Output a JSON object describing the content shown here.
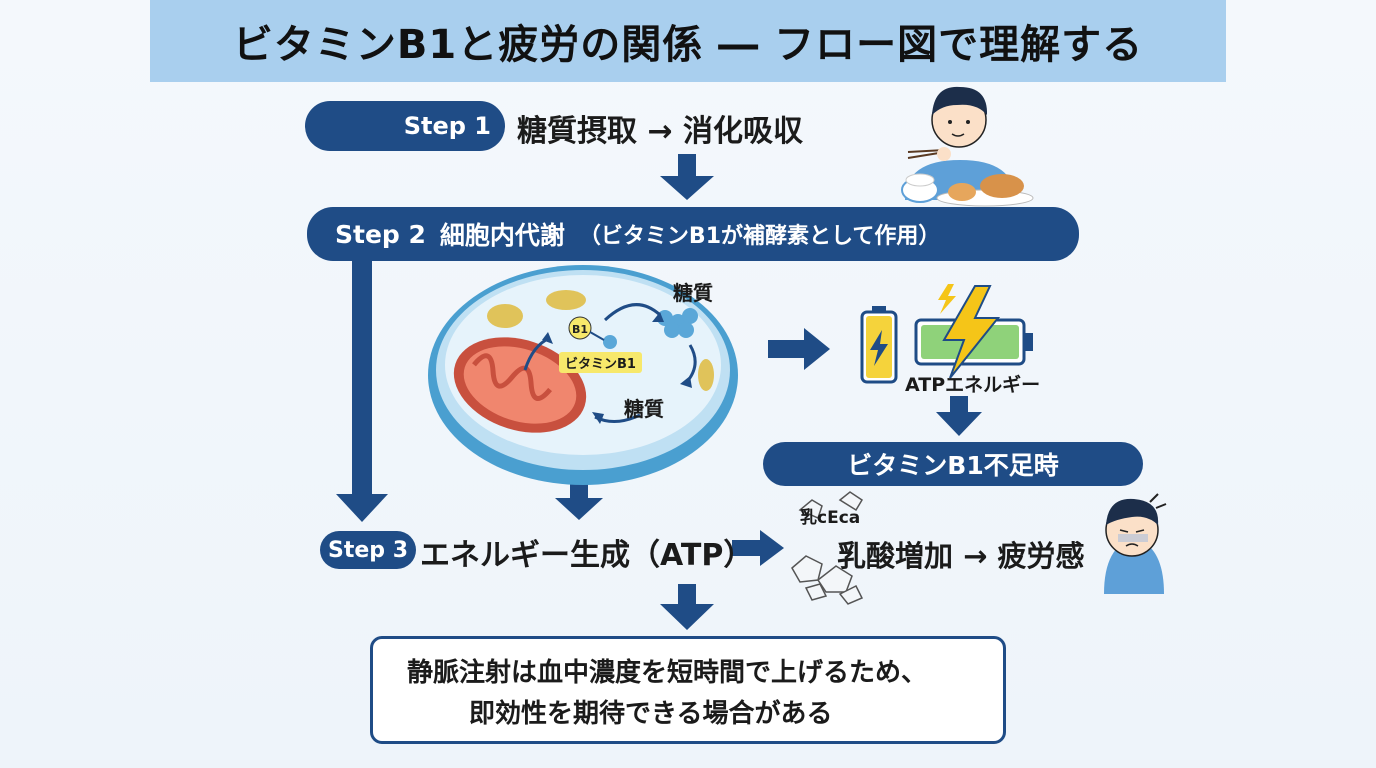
{
  "title": "ビタミンB1と疲労の関係 ― フロー図で理解する",
  "step1": {
    "badge": "Step 1",
    "text": "糖質摂取 → 消化吸収"
  },
  "step2": {
    "badge": "Step 2",
    "text": "細胞内代謝",
    "sub": "（ビタミンB1が補酵素として作用）"
  },
  "cell": {
    "sugar_top": "糖質",
    "sugar_bottom": "糖質",
    "b1_tag": "B1",
    "vitamin_label": "ビタミンB1"
  },
  "energy": {
    "label": "ATPエネルギー"
  },
  "deficiency": {
    "label": "ビタミンB1不足時"
  },
  "lactic": {
    "small_label": "乳cEca",
    "result": "乳酸増加 → 疲労感"
  },
  "step3": {
    "badge": "Step 3",
    "text": "エネルギー生成（ATP）"
  },
  "note": {
    "line1": "静脈注射は血中濃度を短時間で上げるため、",
    "line2": "即効性を期待できる場合がある"
  },
  "colors": {
    "navy": "#1f4c86",
    "title_bg": "#a9cfee",
    "battery_green": "#8fd27a",
    "battery_yellow": "#f5d33b"
  },
  "icons": [
    "person-eating-icon",
    "cell-icon",
    "battery-icon",
    "lightning-icon",
    "tired-person-icon",
    "crystals-icon"
  ]
}
